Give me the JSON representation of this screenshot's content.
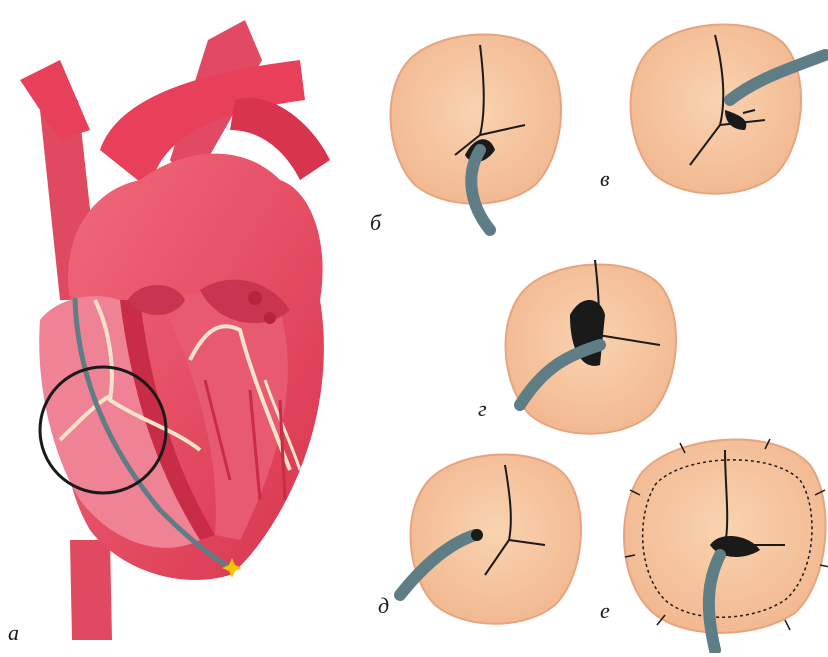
{
  "figure": {
    "labels": {
      "a": "а",
      "b": "б",
      "v": "в",
      "g": "г",
      "d": "д",
      "e": "е"
    },
    "colors": {
      "heart": "#e8405a",
      "heart_dark": "#b8243c",
      "heart_light": "#f27d8c",
      "valve_tissue": "#f6c59d",
      "valve_edge": "#e6a57e",
      "catheter": "#5f7d85",
      "conduction_path": "#f6e3c9",
      "circle": "#1a1a1a",
      "spark": "#f6c200"
    },
    "icons": [
      "heart-illustration",
      "tricuspid-valve-icon",
      "catheter-icon",
      "spark-icon"
    ]
  }
}
